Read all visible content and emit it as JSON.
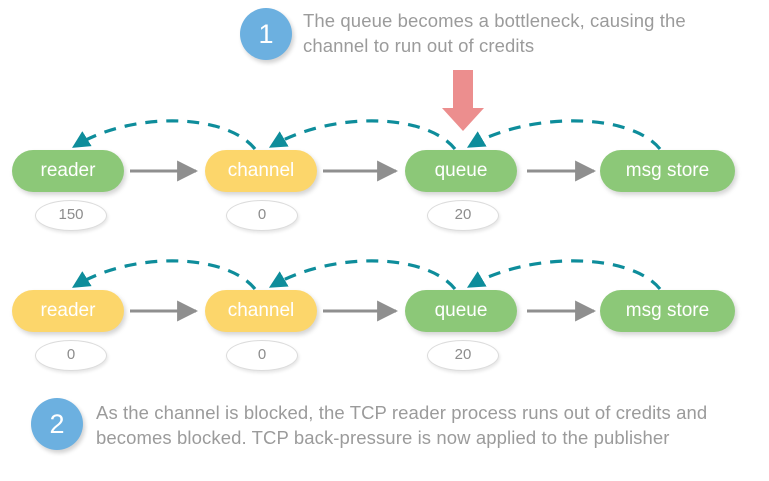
{
  "colors": {
    "green": "#8cc878",
    "yellow": "#fcd66b",
    "badge_blue": "#6cb0e0",
    "caption_gray": "#9b9b9b",
    "flow_arrow_gray": "#8f8f8f",
    "credit_arc_teal": "#0e8d9b",
    "alert_arrow_red": "#ec8e8e",
    "background": "#ffffff"
  },
  "steps": [
    {
      "number": "1",
      "text": "The queue becomes a bottleneck, causing the channel to run out of credits"
    },
    {
      "number": "2",
      "text": "As the channel is blocked, the TCP reader process runs out of credits and becomes blocked. TCP back-pressure is now applied to the publisher"
    }
  ],
  "rows": [
    {
      "id": "row-1",
      "nodes": [
        {
          "label": "reader",
          "state": "green",
          "credits": "150"
        },
        {
          "label": "channel",
          "state": "yellow",
          "credits": "0"
        },
        {
          "label": "queue",
          "state": "green",
          "credits": "20"
        },
        {
          "label": "msg store",
          "state": "green",
          "credits": null
        }
      ]
    },
    {
      "id": "row-2",
      "nodes": [
        {
          "label": "reader",
          "state": "yellow",
          "credits": "0"
        },
        {
          "label": "channel",
          "state": "yellow",
          "credits": "0"
        },
        {
          "label": "queue",
          "state": "green",
          "credits": "20"
        },
        {
          "label": "msg store",
          "state": "green",
          "credits": null
        }
      ]
    }
  ],
  "annotations": {
    "bottleneck_arrow": "red-down-arrow-icon",
    "flow_arrow": "gray-right-arrow-icon",
    "credit_arc": "teal-dashed-backward-arc-icon"
  }
}
